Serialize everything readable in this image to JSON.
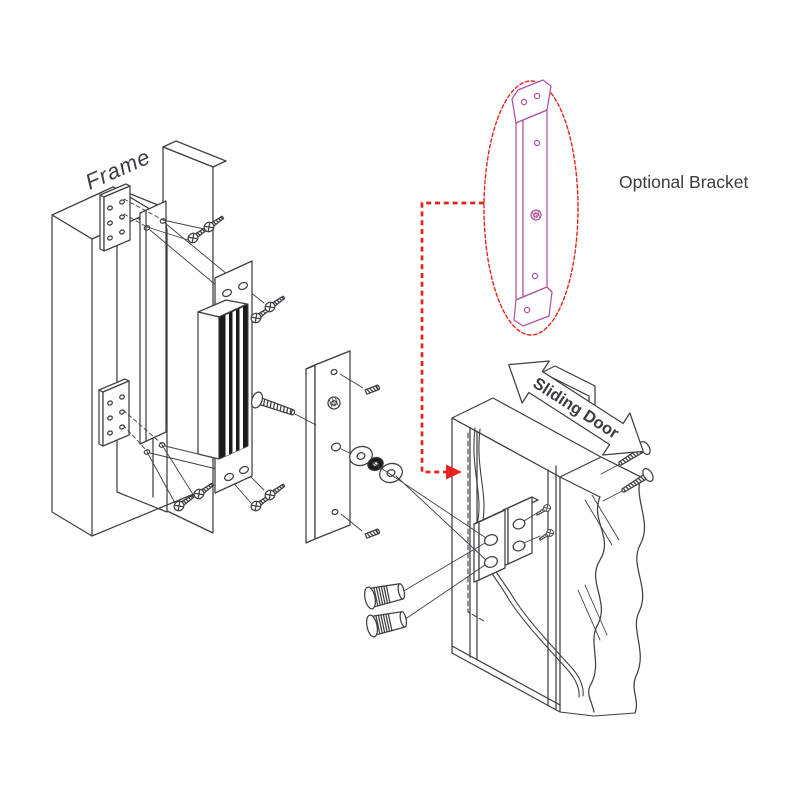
{
  "labels": {
    "frame": "Frame",
    "optional_bracket": "Optional Bracket",
    "sliding_door": "Sliding Door"
  },
  "colors": {
    "background": "#ffffff",
    "line": "#3f3f46",
    "magnet_face": "#1b1b1b",
    "callout_red": "#e3241f",
    "bracket_magenta": "#b0539f",
    "label_text": "#3c3c44"
  }
}
